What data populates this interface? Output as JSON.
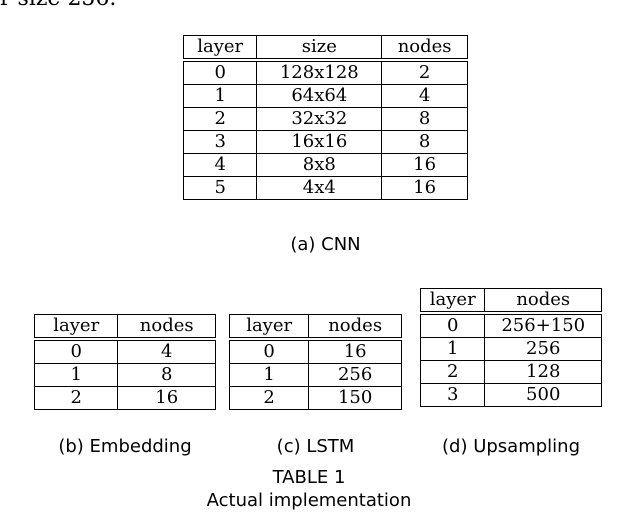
{
  "page_snippet": "r size 256.",
  "tables": {
    "cnn": {
      "headers": [
        "layer",
        "size",
        "nodes"
      ],
      "rows": [
        [
          "0",
          "128x128",
          "2"
        ],
        [
          "1",
          "64x64",
          "4"
        ],
        [
          "2",
          "32x32",
          "8"
        ],
        [
          "3",
          "16x16",
          "8"
        ],
        [
          "4",
          "8x8",
          "16"
        ],
        [
          "5",
          "4x4",
          "16"
        ]
      ],
      "caption": "(a) CNN"
    },
    "embedding": {
      "headers": [
        "layer",
        "nodes"
      ],
      "rows": [
        [
          "0",
          "4"
        ],
        [
          "1",
          "8"
        ],
        [
          "2",
          "16"
        ]
      ],
      "caption": "(b) Embedding"
    },
    "lstm": {
      "headers": [
        "layer",
        "nodes"
      ],
      "rows": [
        [
          "0",
          "16"
        ],
        [
          "1",
          "256"
        ],
        [
          "2",
          "150"
        ]
      ],
      "caption": "(c) LSTM"
    },
    "upsampling": {
      "headers": [
        "layer",
        "nodes"
      ],
      "rows": [
        [
          "0",
          "256+150"
        ],
        [
          "1",
          "256"
        ],
        [
          "2",
          "128"
        ],
        [
          "3",
          "500"
        ]
      ],
      "caption": "(d) Upsampling"
    }
  },
  "table_label": "TABLE 1",
  "table_title": "Actual implementation"
}
